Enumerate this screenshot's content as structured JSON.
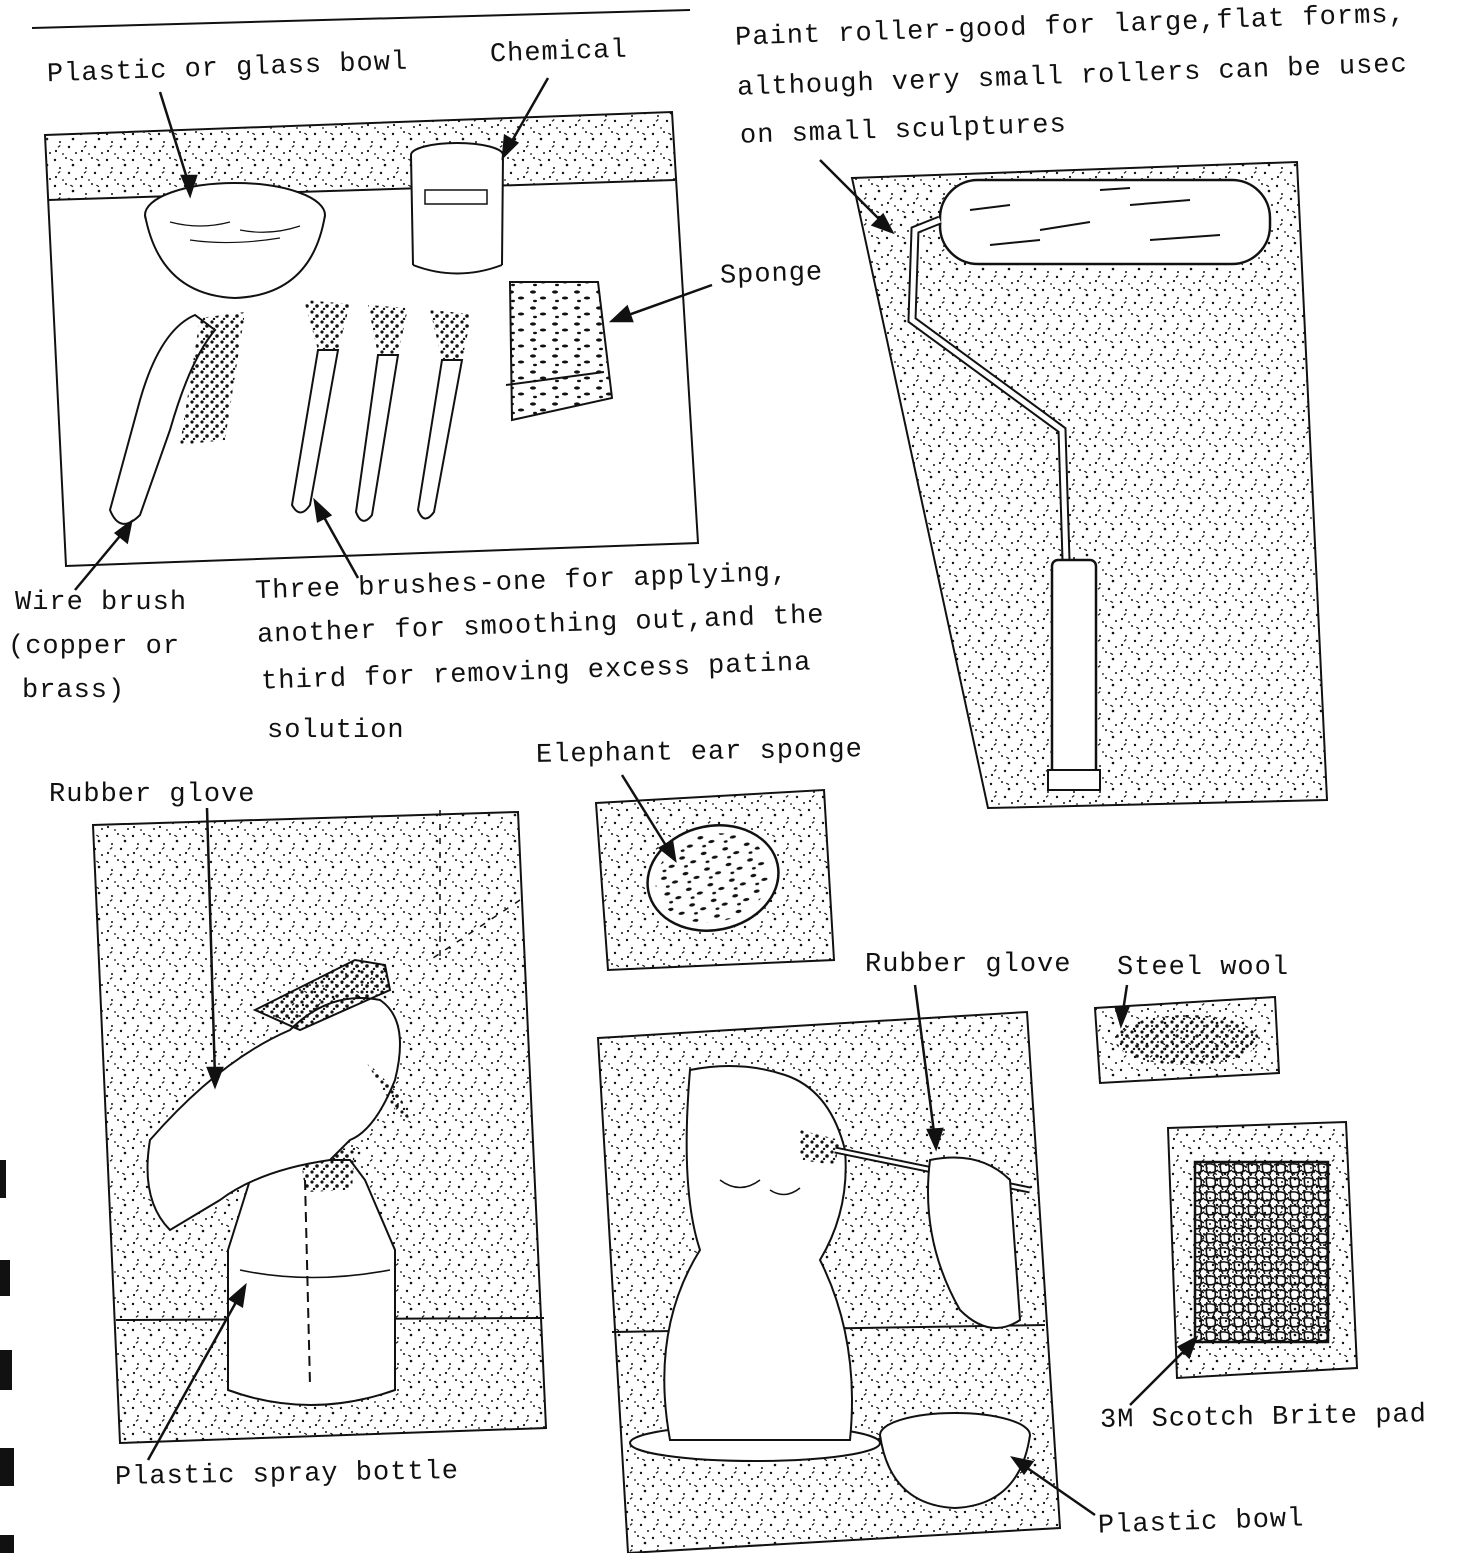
{
  "labels": {
    "plastic_glass_bowl": "Plastic or glass bowl",
    "chemical": "Chemical",
    "roller_line1": "Paint roller-good for large,flat forms,",
    "roller_line2": "although very small rollers can be usec",
    "roller_line3": "on small sculptures",
    "sponge": "Sponge",
    "wire_brush_1": "Wire brush",
    "wire_brush_2": "(copper or",
    "wire_brush_3": "brass)",
    "brushes_1": "Three brushes-one for applying,",
    "brushes_2": "another for smoothing out,and the",
    "brushes_3": "third for removing excess patina",
    "brushes_4": "solution",
    "elephant_ear_sponge": "Elephant ear sponge",
    "rubber_glove_left": "Rubber glove",
    "rubber_glove_right": "Rubber glove",
    "steel_wool": "Steel wool",
    "scotch_brite": "3M Scotch Brite pad",
    "plastic_spray_bottle": "Plastic spray bottle",
    "plastic_bowl": "Plastic bowl"
  },
  "colors": {
    "ink": "#111111",
    "paper": "#ffffff"
  }
}
